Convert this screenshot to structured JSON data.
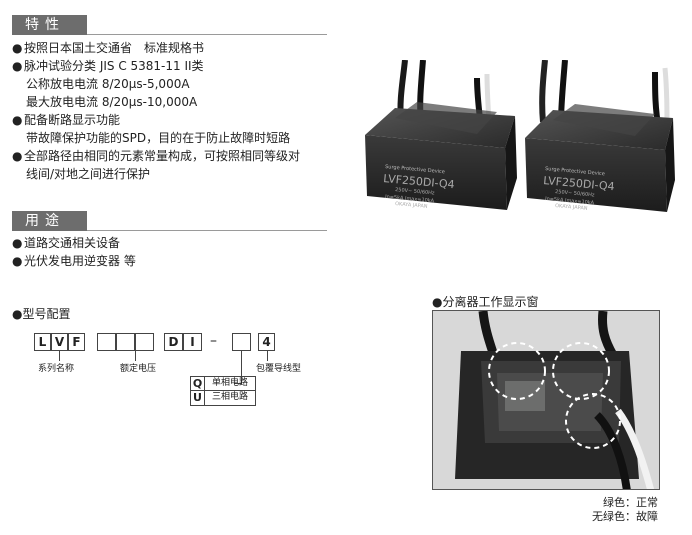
{
  "features": {
    "heading": "特性",
    "items": [
      {
        "bullet": "●",
        "text": "按照日本国土交通省　标准规格书"
      },
      {
        "bullet": "●",
        "text": "脉冲试验分类 JIS C 5381-11 II类"
      },
      {
        "bullet": "",
        "text": "公称放电电流 8/20μs-5,000A"
      },
      {
        "bullet": "",
        "text": "最大放电电流 8/20μs-10,000A"
      },
      {
        "bullet": "●",
        "text": "配备断路显示功能"
      },
      {
        "bullet": "",
        "text": "带故障保护功能的SPD，目的在于防止故障时短路"
      },
      {
        "bullet": "●",
        "text": "全部路径由相同的元素常量构成，可按照相同等级对"
      },
      {
        "bullet": "",
        "text": "线间/对地之间进行保护"
      }
    ]
  },
  "uses": {
    "heading": "用途",
    "items": [
      {
        "bullet": "●",
        "text": "道路交通相关设备"
      },
      {
        "bullet": "●",
        "text": "光伏发电用逆变器 等"
      }
    ]
  },
  "model": {
    "title": "●型号配置",
    "letters": [
      "L",
      "V",
      "F",
      "",
      "",
      "",
      "D",
      "I",
      "",
      "4"
    ],
    "dash": "–",
    "labels": {
      "series": "系列名称",
      "rated_voltage": "额定电压",
      "lead_type": "包覆导线型"
    },
    "options": [
      {
        "code": "Q",
        "desc": "单相电路"
      },
      {
        "code": "U",
        "desc": "三相电路"
      }
    ]
  },
  "product_text": {
    "line1": "Surge Protective Device",
    "line2": "LVF250DI-Q4",
    "line3": "250V~ 50/60Hz",
    "line4": "In=5kA Imax=10kA",
    "line5": "OKAYA JAPAN"
  },
  "indicator": {
    "title": "●分离器工作显示窗",
    "legend": [
      "绿色：正常",
      "无绿色：故障"
    ]
  },
  "colors": {
    "heading_bg": "#6d6d6d",
    "device_body": "#2e2e2e",
    "dashed_circle": "#ffffff"
  }
}
